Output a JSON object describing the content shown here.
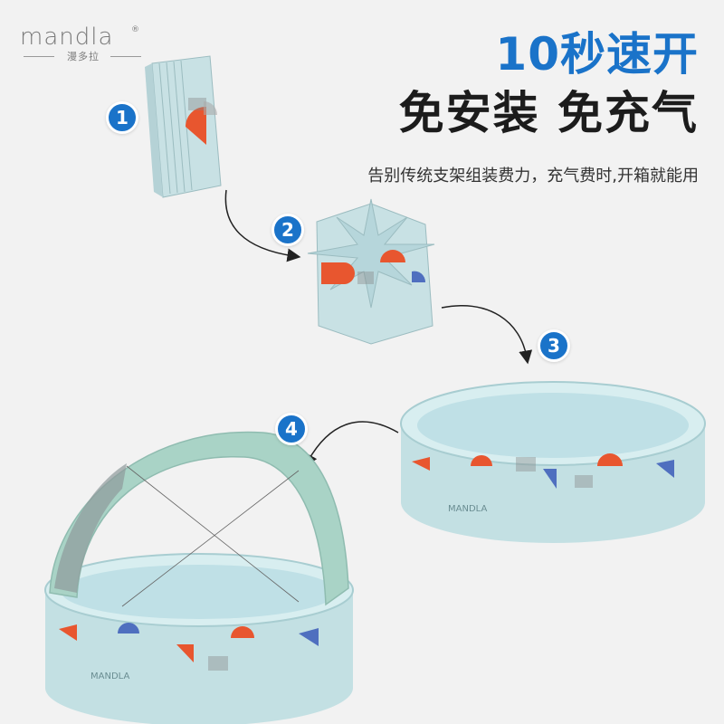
{
  "brand": {
    "name": "mandla",
    "reg": "®",
    "sub": "漫多拉"
  },
  "headline": {
    "line1": "10秒速开",
    "line2": "免安装 免充气"
  },
  "subtitle": "告别传统支架组装费力，充气费时,开箱就能用",
  "steps": [
    "1",
    "2",
    "3",
    "4"
  ],
  "pool_label": "MANDLA",
  "icons": {
    "arrow": "curved-arrow-icon"
  },
  "colors": {
    "accent": "#1a73c9",
    "pool": "#cde7ea",
    "canopy": "#a9d3c6",
    "pattern_orange": "#e8562f",
    "pattern_blue": "#4f6fbf"
  }
}
